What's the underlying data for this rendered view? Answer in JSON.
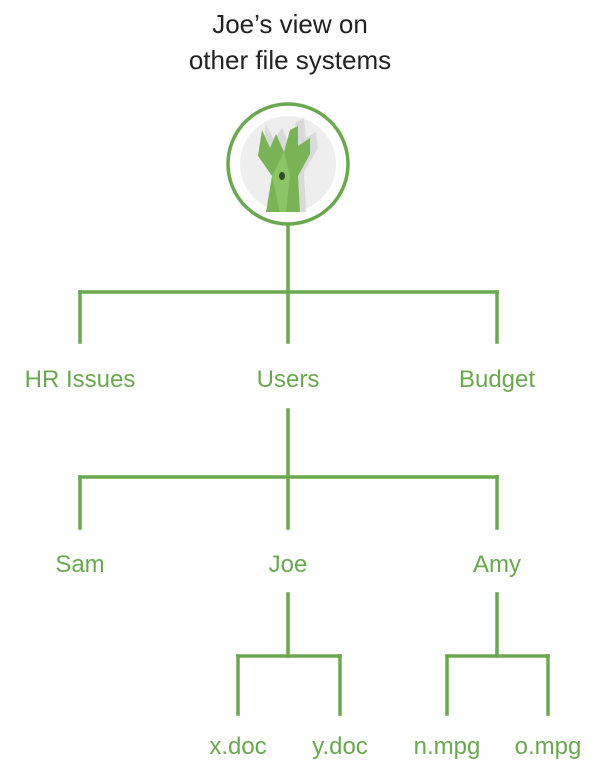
{
  "title": {
    "line1": "Joe’s view on",
    "line2": "other file systems"
  },
  "root_icon": "tree-icon",
  "colors": {
    "accent": "#6aa84f",
    "text": "#222222",
    "node_text": "#6aa84f",
    "trunk": "#7ab356",
    "trunk_shadow": "#d9d9d9"
  },
  "tree": {
    "level1": [
      "HR Issues",
      "Users",
      "Budget"
    ],
    "level2": [
      "Sam",
      "Joe",
      "Amy"
    ],
    "level3_joe": [
      "x.doc",
      "y.doc"
    ],
    "level3_amy": [
      "n.mpg",
      "o.mpg"
    ]
  }
}
